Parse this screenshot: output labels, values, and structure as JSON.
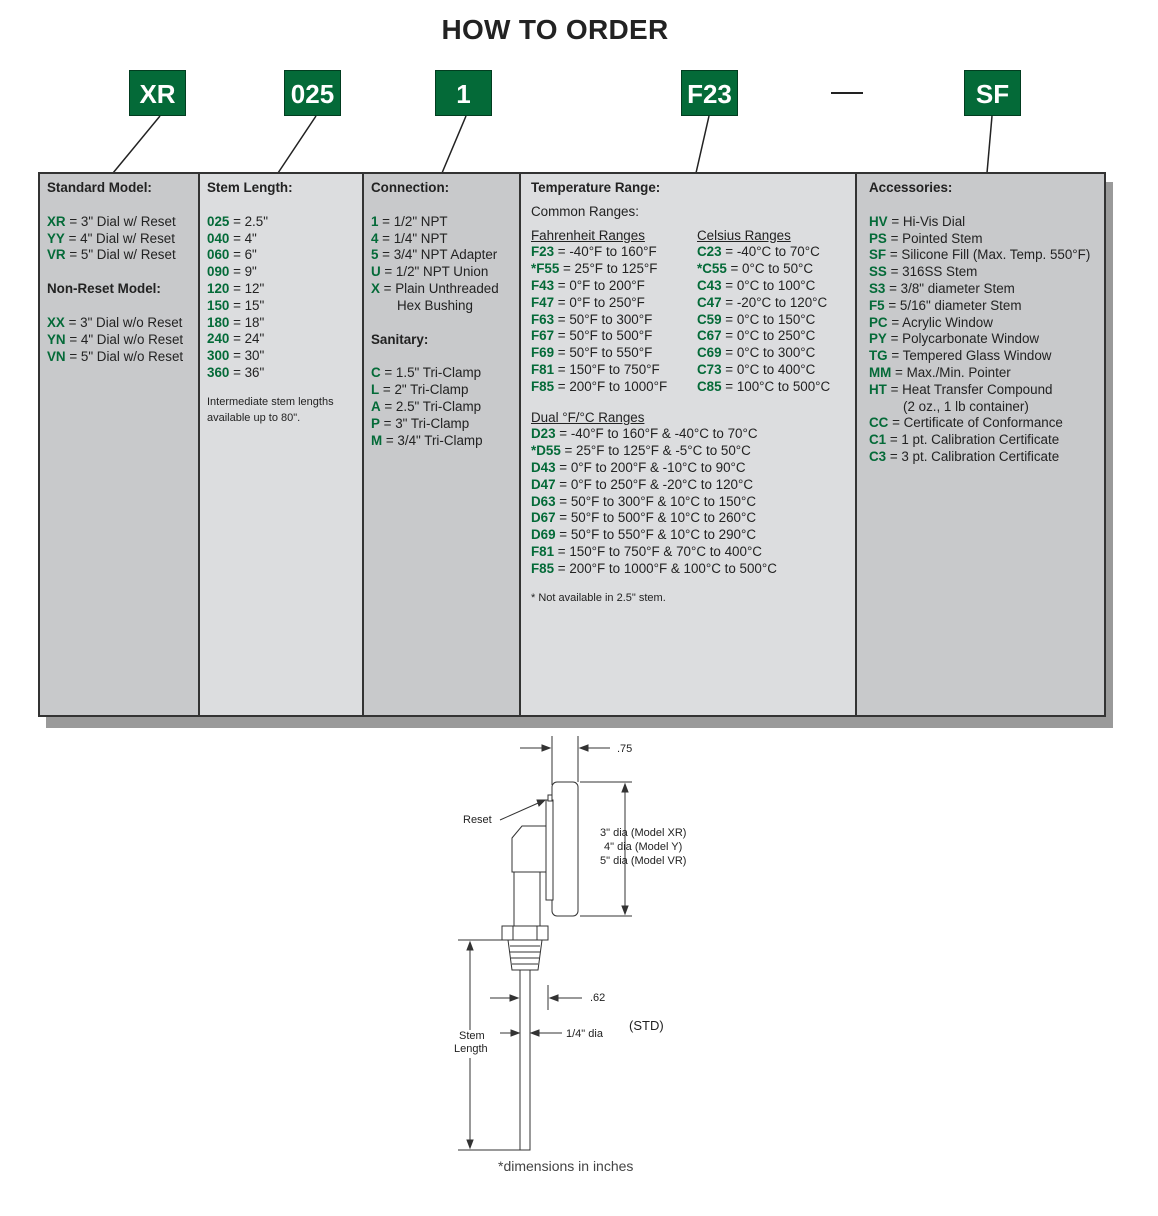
{
  "title": "HOW TO ORDER",
  "codes": [
    "XR",
    "025",
    "1",
    "F23",
    "SF"
  ],
  "accent_color": "#046a38",
  "model": {
    "heading": "Standard Model:",
    "standard": [
      {
        "code": "XR",
        "desc": " = 3\" Dial w/ Reset"
      },
      {
        "code": "YY",
        "desc": " = 4\" Dial w/ Reset"
      },
      {
        "code": "VR",
        "desc": " = 5\" Dial w/ Reset"
      }
    ],
    "nonreset_heading": "Non-Reset Model:",
    "nonreset": [
      {
        "code": "XX",
        "desc": " = 3\" Dial w/o Reset"
      },
      {
        "code": "YN",
        "desc": " = 4\" Dial w/o Reset"
      },
      {
        "code": "VN",
        "desc": " = 5\" Dial w/o Reset"
      }
    ]
  },
  "stem": {
    "heading": "Stem Length:",
    "items": [
      {
        "code": "025",
        "desc": " = 2.5\""
      },
      {
        "code": "040",
        "desc": " = 4\""
      },
      {
        "code": "060",
        "desc": " = 6\""
      },
      {
        "code": "090",
        "desc": " = 9\""
      },
      {
        "code": "120",
        "desc": " = 12\""
      },
      {
        "code": "150",
        "desc": " = 15\""
      },
      {
        "code": "180",
        "desc": " = 18\""
      },
      {
        "code": "240",
        "desc": " = 24\""
      },
      {
        "code": "300",
        "desc": " = 30\""
      },
      {
        "code": "360",
        "desc": " = 36\""
      }
    ],
    "note1": "Intermediate stem lengths",
    "note2": "available up to 80\"."
  },
  "connection": {
    "heading": "Connection:",
    "items": [
      {
        "code": "1",
        "desc": " = 1/2\" NPT"
      },
      {
        "code": "4",
        "desc": " = 1/4\" NPT"
      },
      {
        "code": "5",
        "desc": " = 3/4\" NPT Adapter"
      },
      {
        "code": "U",
        "desc": " = 1/2\" NPT Union"
      },
      {
        "code": "X",
        "desc": " = Plain Unthreaded"
      }
    ],
    "x_cont": "Hex Bushing",
    "sanitary_heading": "Sanitary:",
    "sanitary": [
      {
        "code": "C",
        "desc": " = 1.5\" Tri-Clamp"
      },
      {
        "code": "L",
        "desc": " = 2\" Tri-Clamp"
      },
      {
        "code": "A",
        "desc": " = 2.5\" Tri-Clamp"
      },
      {
        "code": "P",
        "desc": " = 3\" Tri-Clamp"
      },
      {
        "code": "M",
        "desc": " = 3/4\" Tri-Clamp"
      }
    ]
  },
  "temperature": {
    "heading": "Temperature Range:",
    "common": "Common Ranges:",
    "f_heading": "Fahrenheit  Ranges",
    "c_heading": "Celsius Ranges",
    "fahrenheit": [
      {
        "code": "F23",
        "desc": " = -40°F to 160°F"
      },
      {
        "code": "*F55",
        "desc": " = 25°F to 125°F"
      },
      {
        "code": "F43",
        "desc": " = 0°F to 200°F"
      },
      {
        "code": "F47",
        "desc": " = 0°F to 250°F"
      },
      {
        "code": "F63",
        "desc": " = 50°F to 300°F"
      },
      {
        "code": "F67",
        "desc": " = 50°F to 500°F"
      },
      {
        "code": "F69",
        "desc": " = 50°F to 550°F"
      },
      {
        "code": "F81",
        "desc": " = 150°F to 750°F"
      },
      {
        "code": "F85",
        "desc": " = 200°F to 1000°F"
      }
    ],
    "celsius": [
      {
        "code": "C23",
        "desc": " = -40°C to 70°C"
      },
      {
        "code": "*C55",
        "desc": " = 0°C to 50°C"
      },
      {
        "code": "C43",
        "desc": " = 0°C to 100°C"
      },
      {
        "code": "C47",
        "desc": " = -20°C to 120°C"
      },
      {
        "code": "C59",
        "desc": " = 0°C to 150°C"
      },
      {
        "code": "C67",
        "desc": " = 0°C to 250°C"
      },
      {
        "code": "C69",
        "desc": " = 0°C to 300°C"
      },
      {
        "code": "C73",
        "desc": " = 0°C to 400°C"
      },
      {
        "code": "C85",
        "desc": " = 100°C to 500°C"
      }
    ],
    "dual_heading": "Dual °F/°C Ranges",
    "dual": [
      {
        "code": "D23",
        "desc": " = -40°F to 160°F & -40°C to 70°C"
      },
      {
        "code": "*D55",
        "desc": " = 25°F to 125°F & -5°C to 50°C"
      },
      {
        "code": "D43",
        "desc": " = 0°F to 200°F & -10°C to 90°C"
      },
      {
        "code": "D47",
        "desc": " = 0°F to 250°F & -20°C to 120°C"
      },
      {
        "code": "D63",
        "desc": " = 50°F to 300°F & 10°C to 150°C"
      },
      {
        "code": "D67",
        "desc": " = 50°F to 500°F & 10°C to 260°C"
      },
      {
        "code": "D69",
        "desc": " = 50°F to 550°F  & 10°C to 290°C"
      },
      {
        "code": "F81",
        "desc": " = 150°F to 750°F & 70°C to 400°C"
      },
      {
        "code": "F85",
        "desc": " = 200°F to 1000°F & 100°C to 500°C"
      }
    ],
    "note": "* Not available in 2.5\" stem."
  },
  "accessories": {
    "heading": "Accessories:",
    "items": [
      {
        "code": "HV",
        "desc": " = Hi-Vis Dial"
      },
      {
        "code": "PS",
        "desc": " = Pointed Stem"
      },
      {
        "code": "SF",
        "desc": " = Silicone Fill (Max. Temp. 550°F)"
      },
      {
        "code": "SS",
        "desc": " = 316SS Stem"
      },
      {
        "code": "S3",
        "desc": " = 3/8\" diameter Stem"
      },
      {
        "code": "F5",
        "desc": " = 5/16\" diameter  Stem"
      },
      {
        "code": "PC",
        "desc": " = Acrylic Window"
      },
      {
        "code": "PY",
        "desc": " = Polycarbonate Window"
      },
      {
        "code": "TG",
        "desc": " = Tempered Glass Window"
      },
      {
        "code": "MM",
        "desc": " = Max./Min. Pointer"
      },
      {
        "code": "HT",
        "desc": " = Heat Transfer Compound"
      }
    ],
    "ht_cont": "(2 oz., 1 lb container)",
    "items2": [
      {
        "code": "CC",
        "desc": " = Certificate of Conformance"
      },
      {
        "code": "C1",
        "desc": " = 1 pt. Calibration Certificate"
      },
      {
        "code": "C3",
        "desc": " = 3 pt. Calibration Certificate"
      }
    ]
  },
  "drawing": {
    "dim_75": ".75",
    "reset": "Reset",
    "dia1": "3\" dia (Model XR)",
    "dia2": "4\" dia (Model Y)",
    "dia3": "5\" dia (Model VR)",
    "dim_62": ".62",
    "std": "(STD)",
    "stem1": "Stem",
    "stem2": "Length",
    "quarter": "1/4\" dia"
  },
  "footnote": "*dimensions in inches"
}
